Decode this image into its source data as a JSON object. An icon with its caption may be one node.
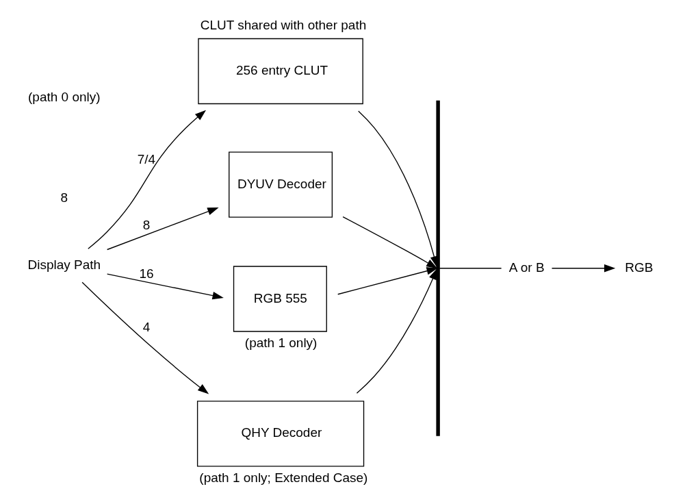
{
  "diagram": {
    "nodes": [
      {
        "text": [
          "Display Path"
        ]
      },
      {
        "text": [
          "CLUT shared with other path",
          "256 entry CLUT"
        ]
      },
      {
        "text": [
          "DYUV Decoder"
        ]
      },
      {
        "text": [
          "RGB 555"
        ],
        "beside": [
          "(path 1 only)"
        ]
      },
      {
        "text": [
          "QHY Decoder"
        ],
        "beside": [
          "(path 1 only; Extended Case)"
        ]
      },
      {
        "text": [],
        "shape": "bar"
      },
      {
        "text": [
          "A or B"
        ]
      },
      {
        "text": [
          "RGB"
        ]
      }
    ],
    "edges": [
      {
        "from": 0,
        "to": 1,
        "arrow": "to",
        "label": "7/4"
      },
      {
        "from": 0,
        "to": 2,
        "arrow": "to",
        "label": "8"
      },
      {
        "from": 0,
        "to": 3,
        "arrow": "to",
        "label": "16"
      },
      {
        "from": 0,
        "to": 4,
        "arrow": "to",
        "label": "4"
      },
      {
        "from": 1,
        "to": 5,
        "arrow": "to"
      },
      {
        "from": 2,
        "to": 5,
        "arrow": "to"
      },
      {
        "from": 3,
        "to": 5,
        "arrow": "to"
      },
      {
        "from": 4,
        "to": 5,
        "arrow": "to"
      },
      {
        "from": 5,
        "to": 6,
        "arrow": "none"
      },
      {
        "from": 6,
        "to": 7,
        "arrow": "to"
      }
    ],
    "labels": [
      "(path 0 only)",
      "8"
    ]
  }
}
